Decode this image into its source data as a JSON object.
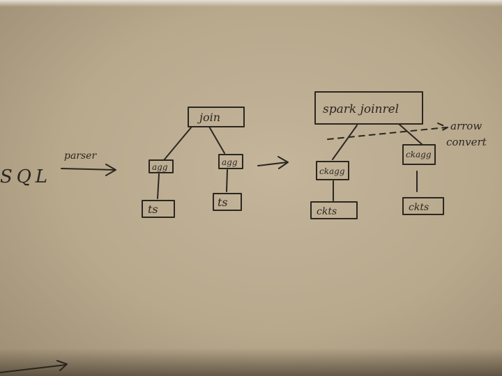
{
  "sketch": {
    "source_label": "SQL",
    "parser_label": "parser",
    "left_tree": {
      "root": "join",
      "left_child": "agg",
      "right_child": "agg",
      "left_leaf": "ts",
      "right_leaf": "ts"
    },
    "right_tree": {
      "root": "spark joinrel",
      "left_child": "ckagg",
      "right_child": "ckagg",
      "left_leaf": "ckts",
      "right_leaf": "ckts"
    },
    "annotation_line1": "arrow",
    "annotation_line2": "convert"
  },
  "colors": {
    "paper": "#bfae93",
    "ink": "#2a2620"
  }
}
